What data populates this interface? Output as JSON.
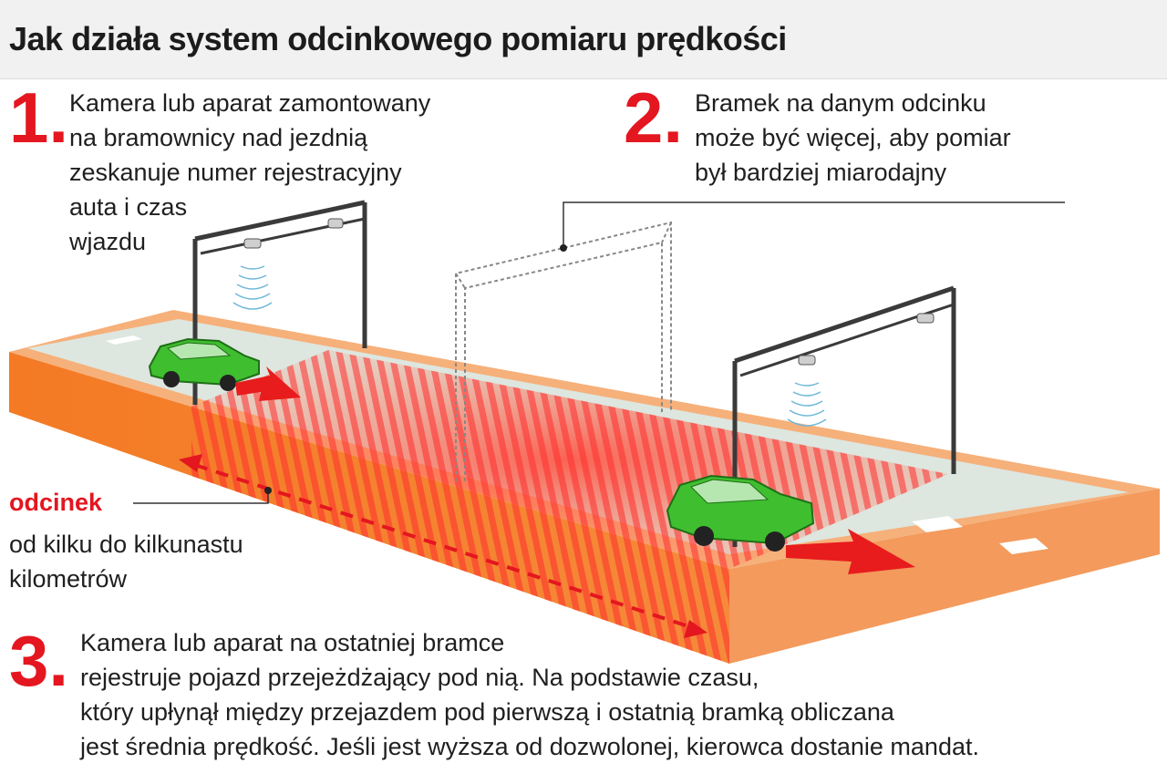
{
  "title": "Jak działa system odcinkowego pomiaru prędkości",
  "steps": [
    {
      "number": "1.",
      "lines": [
        "Kamera lub aparat zamontowany",
        "na bramownicy nad jezdnią",
        "zeskanuje numer rejestracyjny",
        "auta i czas",
        "wjazdu"
      ]
    },
    {
      "number": "2.",
      "lines": [
        "Bramek na danym odcinku",
        "może być więcej, aby pomiar",
        "był bardziej miarodajny"
      ]
    },
    {
      "number": "3.",
      "lines": [
        "Kamera lub aparat na ostatniej bramce",
        "rejestruje pojazd przejeżdżający pod nią. Na podstawie czasu,",
        "który upłynął między przejazdem pod pierwszą i ostatnią bramką obliczana",
        "jest średnia prędkość. Jeśli jest wyższa od dozwolonej, kierowca dostanie mandat."
      ]
    }
  ],
  "segment": {
    "label": "odcinek",
    "description_lines": [
      "od kilku do kilkunastu",
      "kilometrów"
    ]
  },
  "colors": {
    "accent_red": "#e4161f",
    "road_orange": "#f47a24",
    "road_surface": "#dde6df",
    "car_green": "#3fbf2f",
    "gantry": "#3a3a3a"
  }
}
